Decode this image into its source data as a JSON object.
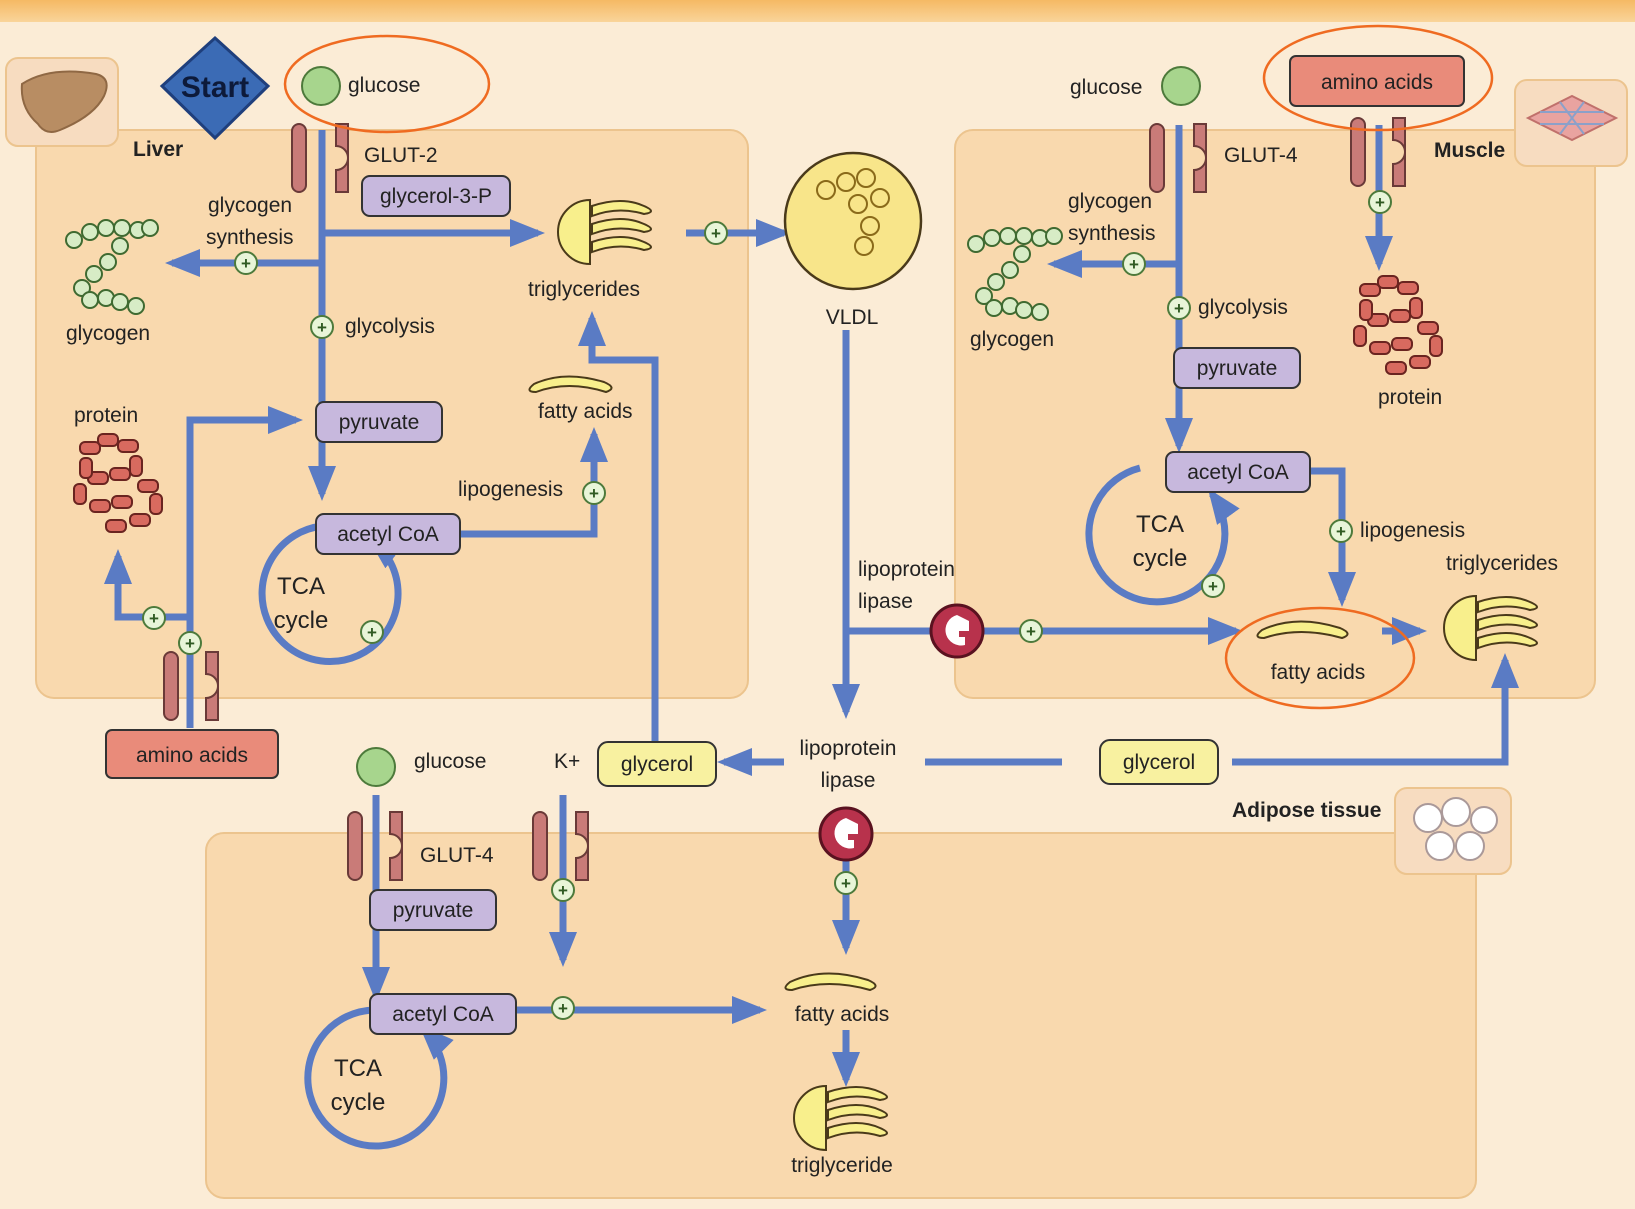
{
  "start": "Start",
  "regions": {
    "liver": "Liver",
    "muscle": "Muscle",
    "adipose": "Adipose tissue"
  },
  "liver": {
    "glucose": "glucose",
    "glut": "GLUT-2",
    "glycerol3p": "glycerol-3-P",
    "glycogen_synthesis_1": "glycogen",
    "glycogen_synthesis_2": "synthesis",
    "glycogen": "glycogen",
    "glycolysis": "glycolysis",
    "protein": "protein",
    "pyruvate": "pyruvate",
    "acetyl_coa": "acetyl CoA",
    "tca_1": "TCA",
    "tca_2": "cycle",
    "lipogenesis": "lipogenesis",
    "fatty_acids": "fatty acids",
    "triglycerides": "triglycerides",
    "amino_acids": "amino acids"
  },
  "vldl": "VLDL",
  "muscle": {
    "glucose": "glucose",
    "amino_acids": "amino acids",
    "glut": "GLUT-4",
    "glycogen_synthesis_1": "glycogen",
    "glycogen_synthesis_2": "synthesis",
    "glycogen": "glycogen",
    "glycolysis": "glycolysis",
    "pyruvate": "pyruvate",
    "protein": "protein",
    "acetyl_coa": "acetyl CoA",
    "tca_1": "TCA",
    "tca_2": "cycle",
    "lipogenesis": "lipogenesis",
    "triglycerides": "triglycerides",
    "fatty_acids": "fatty acids",
    "lpl_1": "lipoprotein",
    "lpl_2": "lipase"
  },
  "adipose": {
    "glucose": "glucose",
    "k": "K+",
    "glycerol_left": "glycerol",
    "glycerol_right": "glycerol",
    "lpl_1": "lipoprotein",
    "lpl_2": "lipase",
    "glut": "GLUT-4",
    "pyruvate": "pyruvate",
    "acetyl_coa": "acetyl CoA",
    "tca_1": "TCA",
    "tca_2": "cycle",
    "fatty_acids": "fatty acids",
    "triglyceride": "triglyceride"
  },
  "plus": "+",
  "colors": {
    "background": "#fbecd6",
    "region_fill": "#f9d9ae",
    "arrow": "#5a7bc4",
    "box_purple": "#c7b8dd",
    "box_red": "#e98b7a",
    "box_yellow": "#f8f1a0",
    "transporter": "#c97b78",
    "highlight": "#ef6b21",
    "start_diamond": "#3b6bb5"
  }
}
